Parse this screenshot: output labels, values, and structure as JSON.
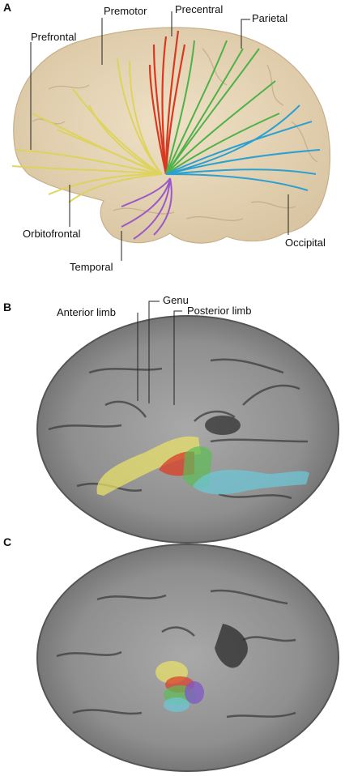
{
  "panels": {
    "a": {
      "label": "A",
      "tracts": [
        {
          "name": "Prefrontal",
          "color": "#e2d95a"
        },
        {
          "name": "Premotor",
          "color": "#e2d95a"
        },
        {
          "name": "Precentral",
          "color": "#d63a22"
        },
        {
          "name": "Parietal",
          "color": "#4fb14a"
        },
        {
          "name": "Orbitofrontal",
          "color": "#e2d95a"
        },
        {
          "name": "Temporal",
          "color": "#9b58c8"
        },
        {
          "name": "Occipital",
          "color": "#2ea0d0"
        }
      ]
    },
    "b": {
      "label": "B",
      "annotations": [
        "Anterior limb",
        "Genu",
        "Posterior limb"
      ]
    },
    "c": {
      "label": "C"
    }
  }
}
